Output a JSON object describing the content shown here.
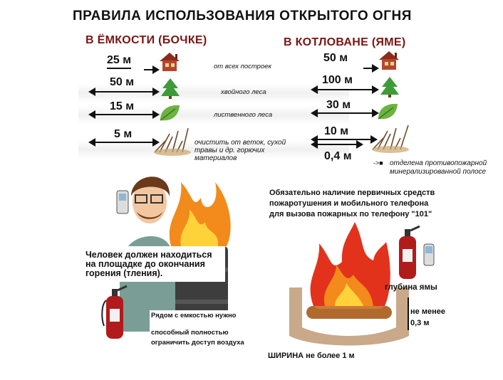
{
  "title": "ПРАВИЛА ИСПОЛЬЗОВАНИЯ ОТКРЫТОГО ОГНЯ",
  "left_heading": "В ЁМКОСТИ (БОЧКЕ)",
  "right_heading": "В КОТЛОВАНЕ (ЯМЕ)",
  "rows": [
    {
      "left": "25 м",
      "right": "50 м",
      "label": "от всех построек",
      "icon": "house-icon"
    },
    {
      "left": "50 м",
      "right": "100 м",
      "label": "хвойного леса",
      "icon": "conifer-tree-icon"
    },
    {
      "left": "15 м",
      "right": "30 м",
      "label": "лиственного леса",
      "icon": "leaf-icon"
    },
    {
      "left": "5 м",
      "right": "10 м",
      "label": "очистить от веток, сухой травы и др. горючих материалов",
      "icon": "dry-brush-icon"
    }
  ],
  "right_extra_value": "0,4 м",
  "right_extra_note_line1": "отделена противопожарной",
  "right_extra_note_line2": "минерализированной полосе",
  "right_extra_prefix": "->■",
  "obligation_line1": "Обязательно наличие первичных средств",
  "obligation_line2": "пожаротушения и мобильного телефона",
  "obligation_line3": "для вызова пожарных по телефону \"101\"",
  "person_note_line1": "Человек должен находиться",
  "person_note_line2": "на площадке до окончания",
  "person_note_line3": "горения (тления).",
  "barrel_note_line1": "Рядом с емкостью нужно",
  "barrel_note_line2": "способный полностью",
  "barrel_note_line3": "ограничить доступ воздуха",
  "pit_depth_label": "глубина ямы",
  "pit_depth_value_line1": "не менее",
  "pit_depth_value_line2": "0,3 м",
  "pit_width_label": "ШИРИНА не более 1 м",
  "colors": {
    "heading": "#7b1512",
    "fire_orange": "#f28b1b",
    "fire_red": "#e3321b",
    "extinguisher": "#b11b1b",
    "tree": "#3f9b3a",
    "leaf": "#6cb33f"
  }
}
